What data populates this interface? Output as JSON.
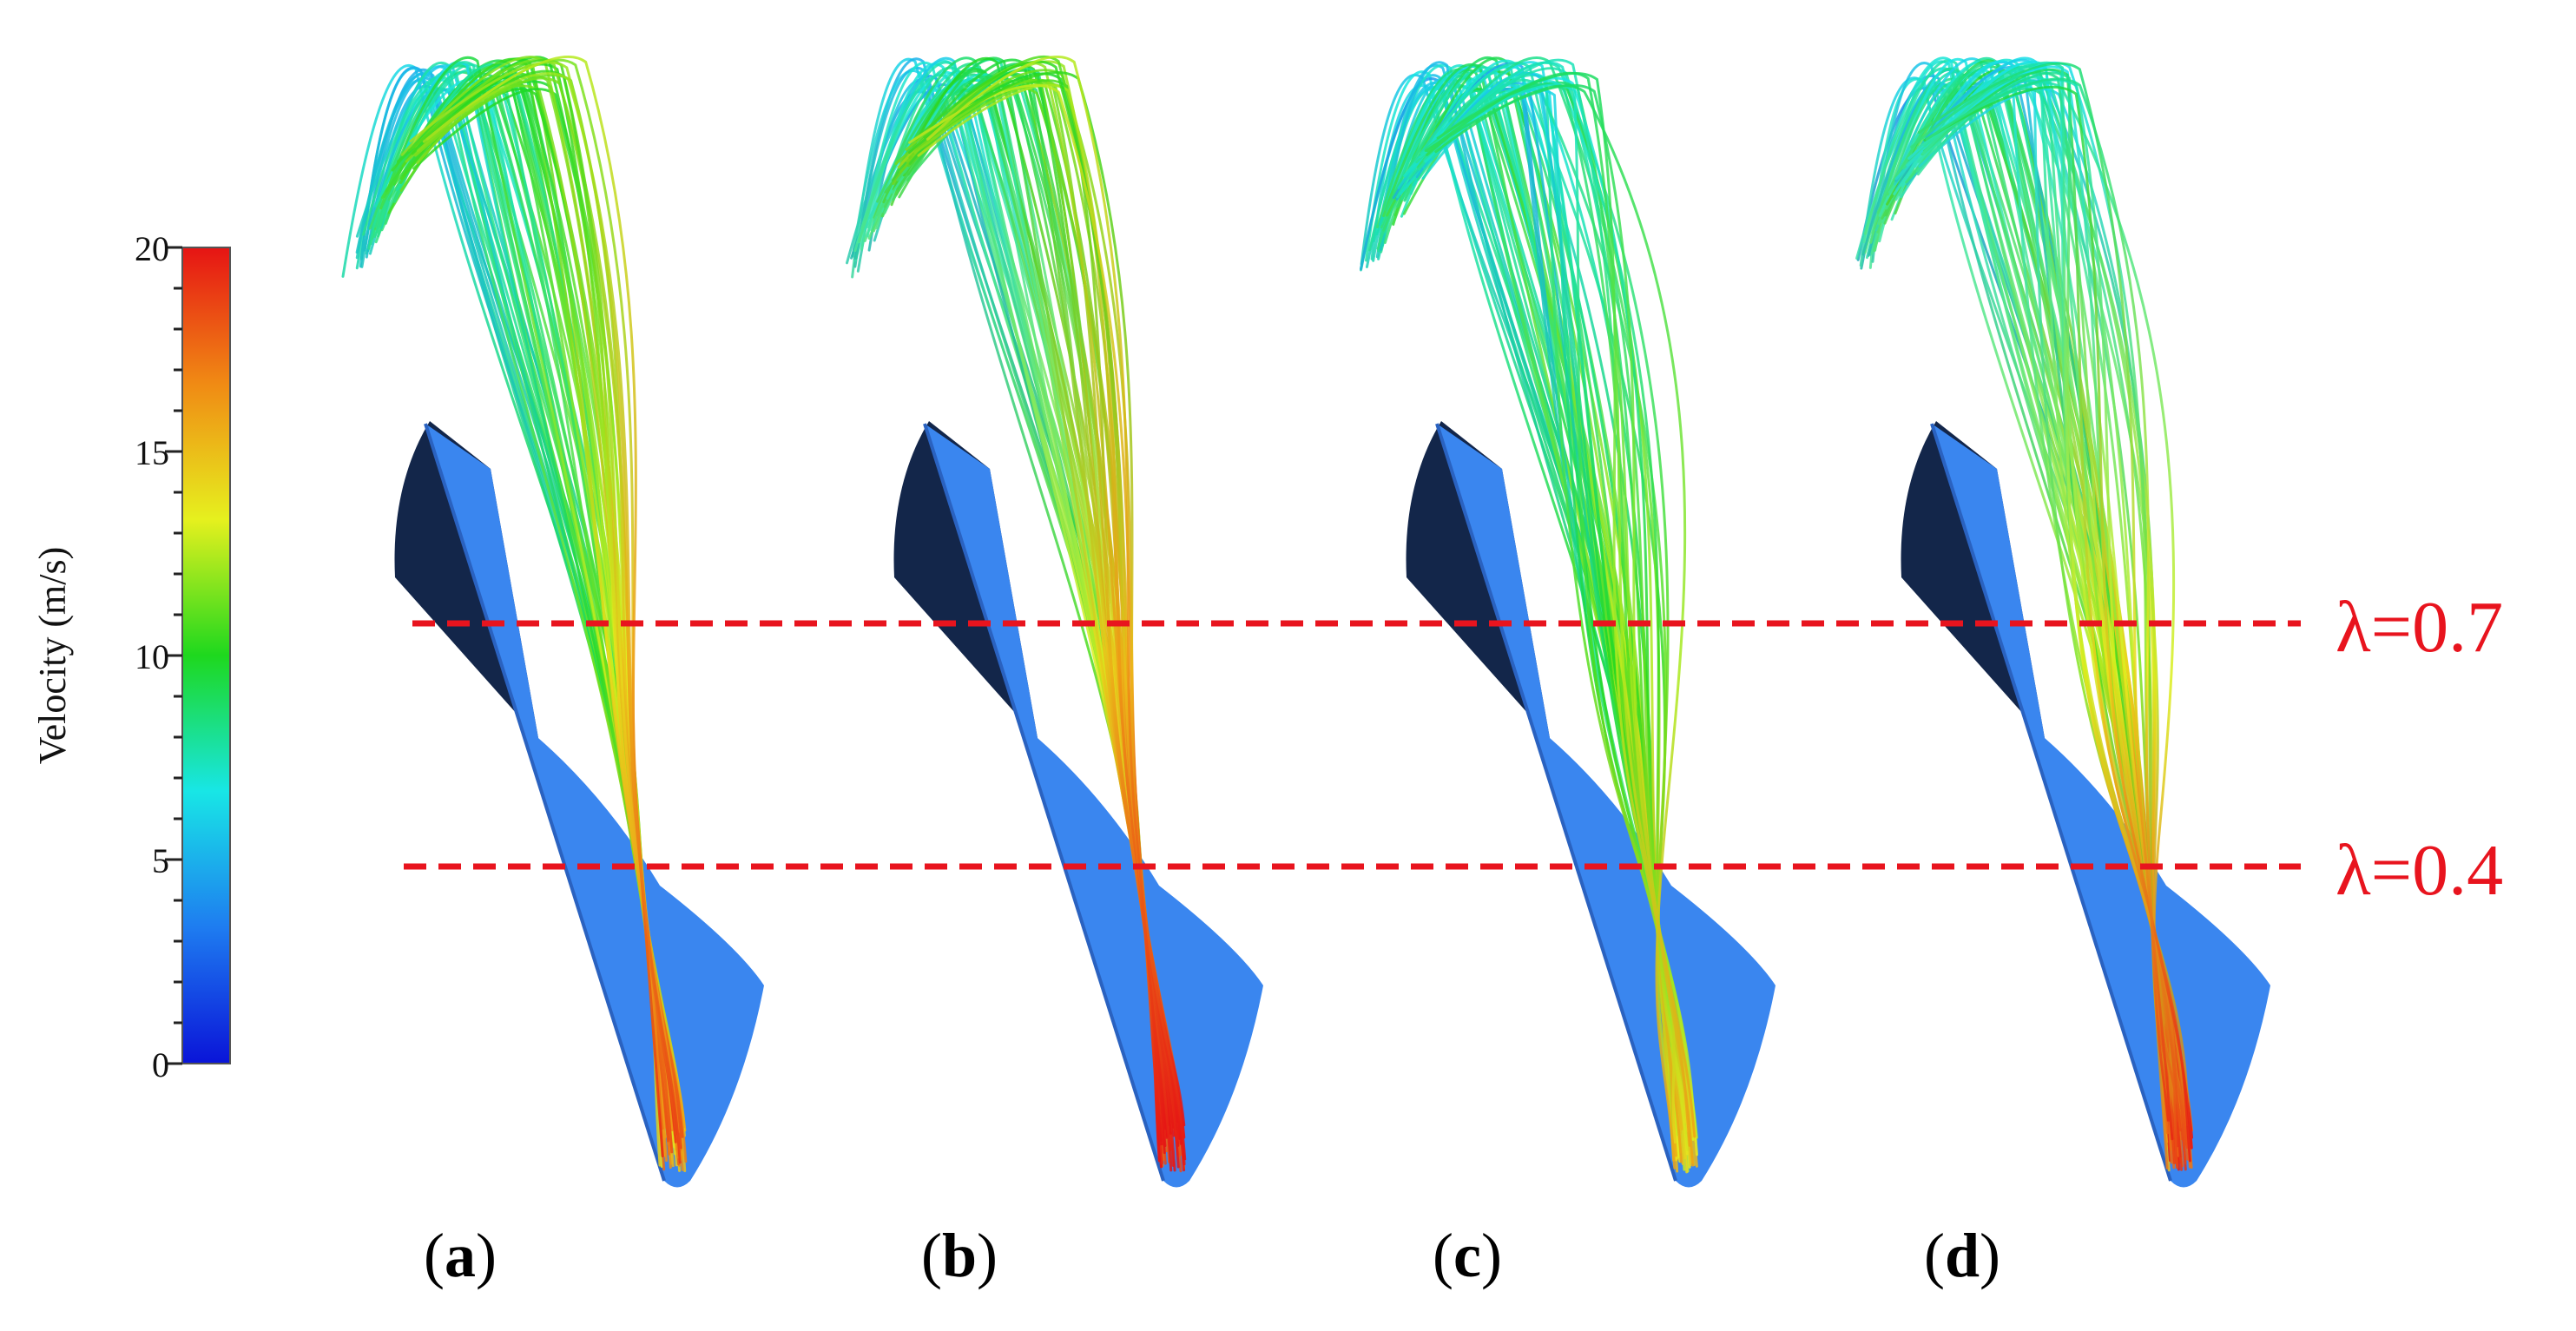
{
  "colorbar": {
    "title": "Velocity (m/s)",
    "ticks": [
      "0",
      "5",
      "10",
      "15",
      "20"
    ],
    "min": 0,
    "max": 20,
    "colors": [
      "#0a14d8",
      "#1e7cf0",
      "#18e6e6",
      "#1ed81e",
      "#e6f01e",
      "#f08a14",
      "#e61414"
    ]
  },
  "lines": [
    {
      "id": "lambda-07",
      "label": "λ=0.7",
      "color": "#e8141e"
    },
    {
      "id": "lambda-04",
      "label": "λ=0.4",
      "color": "#e8141e"
    }
  ],
  "panels": [
    {
      "id": "a",
      "label": "a"
    },
    {
      "id": "b",
      "label": "b"
    },
    {
      "id": "c",
      "label": "c"
    },
    {
      "id": "d",
      "label": "d"
    }
  ],
  "colors": {
    "blade_dark": "#13264a",
    "blade_light": "#3a86ef",
    "blade_edge": "#2a62c0"
  }
}
